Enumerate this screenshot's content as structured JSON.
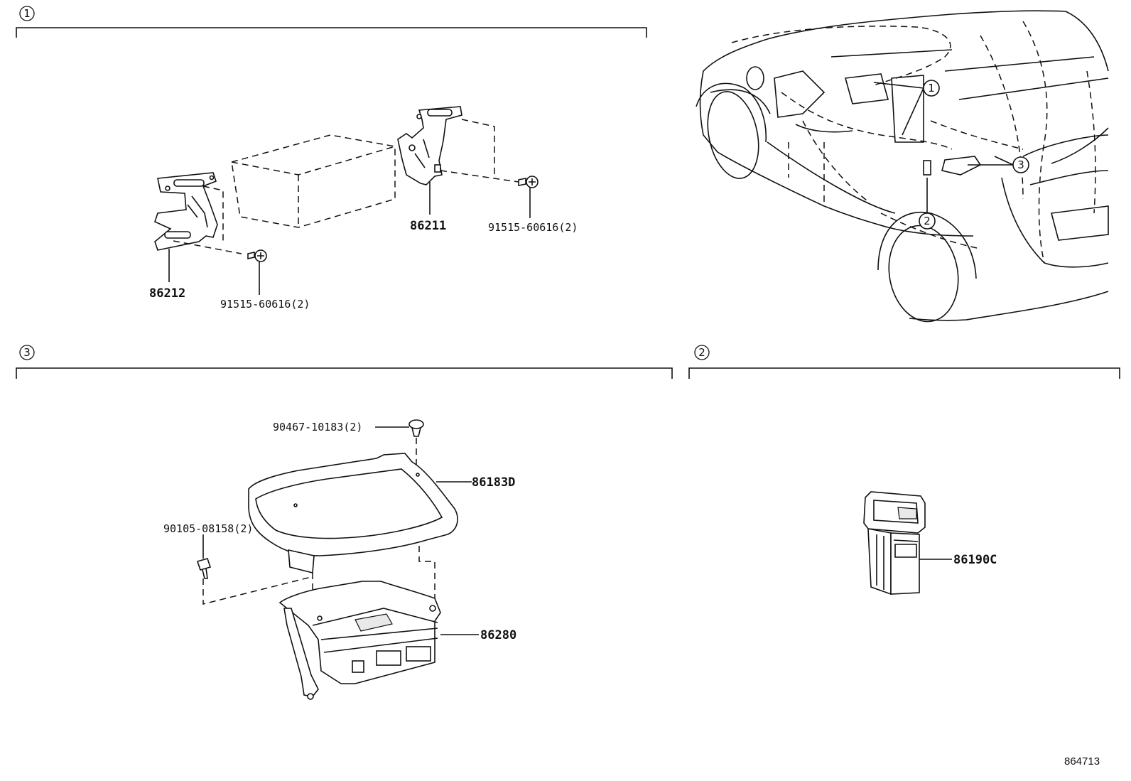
{
  "sections": {
    "s1": {
      "number": "1"
    },
    "s3": {
      "number": "3"
    },
    "s2": {
      "number": "2"
    }
  },
  "parts": {
    "p86212": "86212",
    "p86211": "86211",
    "p91515_left": "91515-60616(2)",
    "p91515_right": "91515-60616(2)",
    "p90467": "90467-10183(2)",
    "p86183D": "86183D",
    "p90105": "90105-08158(2)",
    "p86280": "86280",
    "p86190C": "86190C"
  },
  "vehicle_callouts": {
    "c1": "1",
    "c2": "2",
    "c3": "3"
  },
  "reference_number": "864713"
}
